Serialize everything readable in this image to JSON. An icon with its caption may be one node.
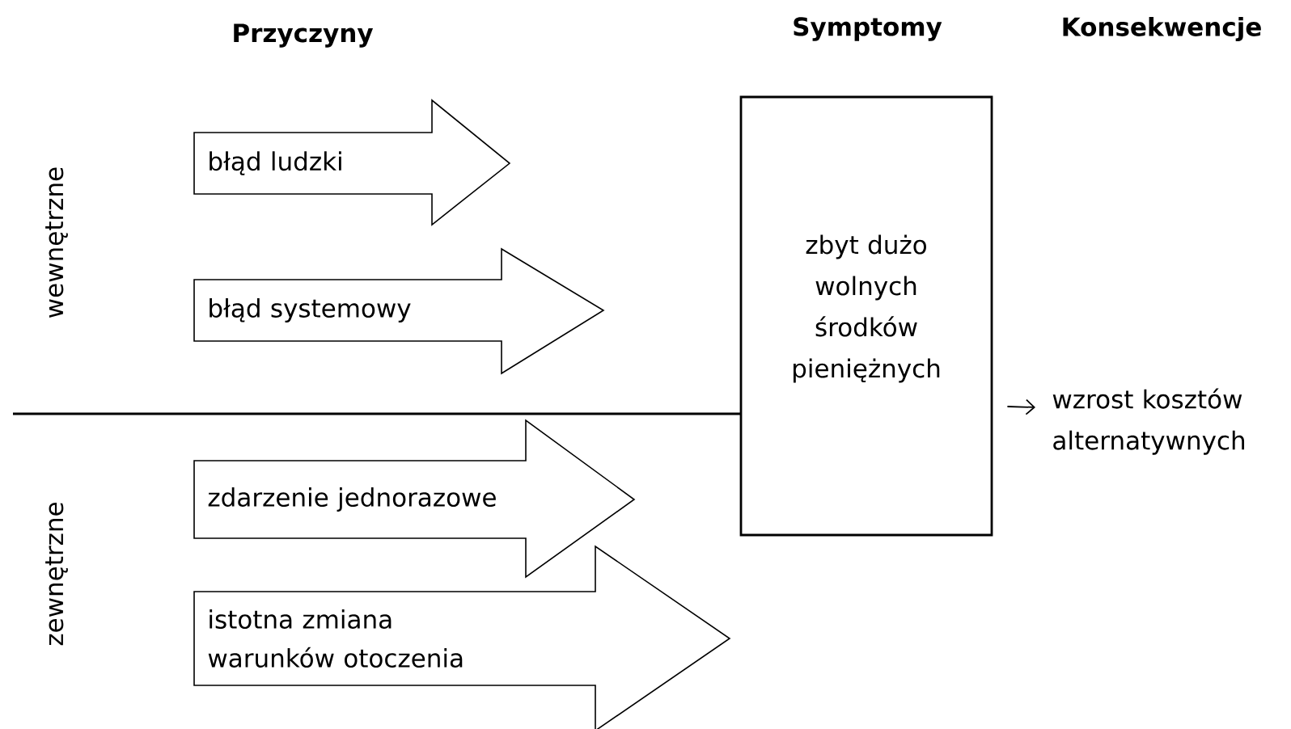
{
  "diagram": {
    "nodes": [
      {
        "text": [
          "błąd ludzki"
        ]
      },
      {
        "text": [
          "błąd systemowy"
        ]
      },
      {
        "text": [
          "zdarzenie jednorazowe"
        ]
      },
      {
        "text": [
          "istotna zmiana warunków otoczenia"
        ]
      },
      {
        "text": [
          "zbyt dużo wolnych środków pieniężnych"
        ]
      },
      {
        "text": [
          "wzrost kosztów alternatywnych"
        ]
      }
    ],
    "edges": [
      {
        "from": 4,
        "to": 5,
        "arrow": "to"
      }
    ],
    "labels": [
      "Przyczyny",
      "Symptomy",
      "Konsekwencje",
      "wewnętrzne",
      "zewnętrzne"
    ]
  }
}
